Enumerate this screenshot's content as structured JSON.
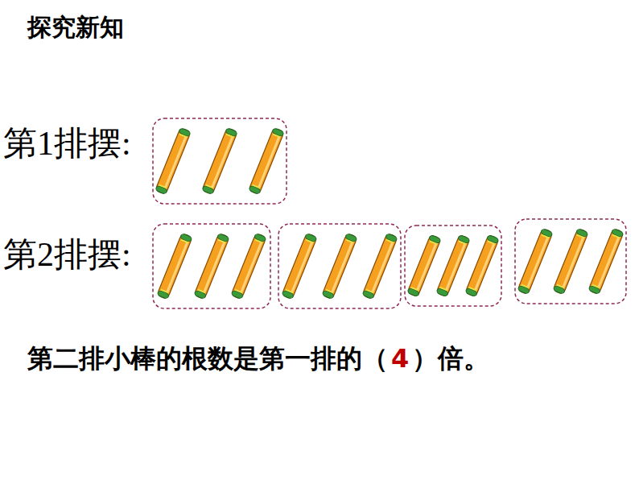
{
  "diagram": {
    "title": "探究新知",
    "labels": [
      "第1排摆:",
      "第2排摆:",
      "第二排小棒的根数是第一排的（",
      "4",
      "）倍。"
    ]
  }
}
